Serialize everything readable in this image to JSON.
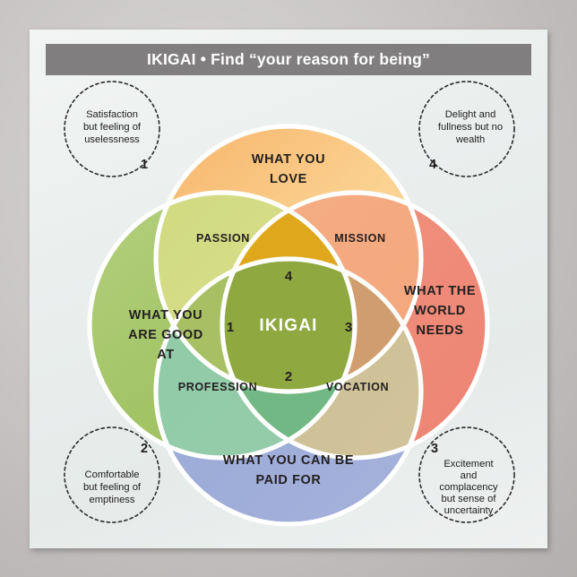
{
  "poster": {
    "title": "IKIGAI • Find “your reason for being”",
    "title_bg": "#807e7e",
    "background": "#eaefee"
  },
  "diagram": {
    "type": "venn-4-circle",
    "center_label": "IKIGAI",
    "circles": [
      {
        "id": "love",
        "label": "WHAT YOU\nLOVE",
        "label_lines": [
          "WHAT YOU",
          "LOVE"
        ],
        "color": "#f7c07c",
        "position": "top"
      },
      {
        "id": "goodat",
        "label": "WHAT YOU\nARE GOOD\nAT",
        "label_lines": [
          "WHAT YOU",
          "ARE GOOD",
          "AT"
        ],
        "color": "#a3c468",
        "position": "left"
      },
      {
        "id": "needs",
        "label": "WHAT THE\nWORLD\nNEEDS",
        "label_lines": [
          "WHAT THE",
          "WORLD",
          "NEEDS"
        ],
        "color": "#ef8e7d",
        "position": "right"
      },
      {
        "id": "paid",
        "label": "WHAT YOU CAN BE\nPAID FOR",
        "label_lines": [
          "WHAT YOU CAN BE",
          "PAID FOR"
        ],
        "color": "#9aa8d8",
        "position": "bottom"
      }
    ],
    "pair_overlaps": [
      {
        "id": "passion",
        "label": "PASSION",
        "color": "#d4dd82",
        "between": [
          "love",
          "goodat"
        ]
      },
      {
        "id": "mission",
        "label": "MISSION",
        "color": "#f5ab82",
        "between": [
          "love",
          "needs"
        ]
      },
      {
        "id": "profession",
        "label": "PROFESSION",
        "color": "#8fc9a6",
        "between": [
          "goodat",
          "paid"
        ]
      },
      {
        "id": "vocation",
        "label": "VOCATION",
        "color": "#cdbe94",
        "between": [
          "needs",
          "paid"
        ]
      }
    ],
    "triple_overlaps": [
      {
        "id": "r1",
        "number": "1",
        "color": "#a8c063",
        "note_ref": 1
      },
      {
        "id": "r2",
        "number": "2",
        "color": "#72b884",
        "note_ref": 2
      },
      {
        "id": "r3",
        "number": "3",
        "color": "#d09e6e",
        "note_ref": 3
      },
      {
        "id": "r4",
        "number": "4",
        "color": "#dfa81c",
        "note_ref": 4
      }
    ],
    "center": {
      "label": "IKIGAI",
      "color": "#8fa83f"
    }
  },
  "notes": [
    {
      "number": "1",
      "lines": [
        "Satisfaction",
        "but feeling of",
        "uselessness"
      ],
      "position": "top-left"
    },
    {
      "number": "4",
      "lines": [
        "Delight and",
        "fullness but no",
        "wealth"
      ],
      "position": "top-right"
    },
    {
      "number": "2",
      "lines": [
        "Comfortable",
        "but feeling of",
        "emptiness"
      ],
      "position": "bottom-left"
    },
    {
      "number": "3",
      "lines": [
        "Excitement",
        "and",
        "complacency",
        "but sense of",
        "uncertainty"
      ],
      "position": "bottom-right"
    }
  ]
}
